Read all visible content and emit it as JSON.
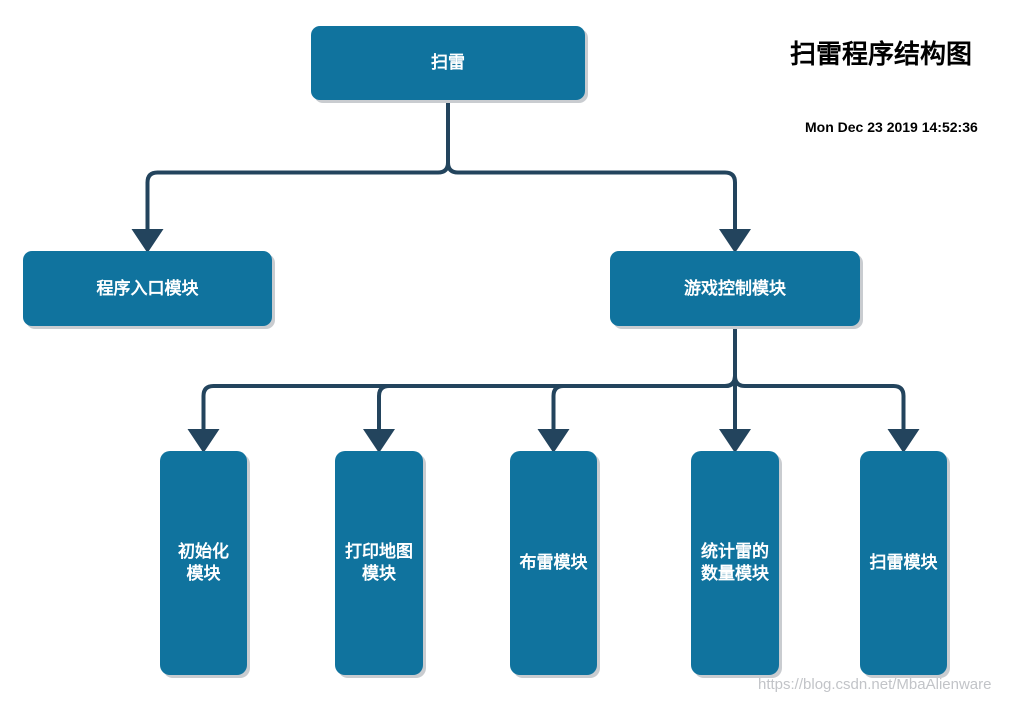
{
  "diagram": {
    "title": "扫雷程序结构图",
    "timestamp": "Mon Dec 23 2019 14:52:36",
    "watermark": "https://blog.csdn.net/MbaAlienware",
    "colors": {
      "node_fill": "#10739e",
      "node_text": "#ffffff",
      "connector": "#23445d",
      "shadow": "#c9ccd0"
    },
    "nodes": {
      "root": "扫雷",
      "entry": "程序入口模块",
      "game_control": "游戏控制模块",
      "init": "初始化\n模块",
      "print_map": "打印地图\n模块",
      "lay_mines": "布雷模块",
      "count_mines": "统计雷的\n数量模块",
      "sweep": "扫雷模块"
    },
    "edges": [
      {
        "from": "root",
        "to": "entry"
      },
      {
        "from": "root",
        "to": "game_control"
      },
      {
        "from": "game_control",
        "to": "init"
      },
      {
        "from": "game_control",
        "to": "print_map"
      },
      {
        "from": "game_control",
        "to": "lay_mines"
      },
      {
        "from": "game_control",
        "to": "count_mines"
      },
      {
        "from": "game_control",
        "to": "sweep"
      }
    ]
  }
}
